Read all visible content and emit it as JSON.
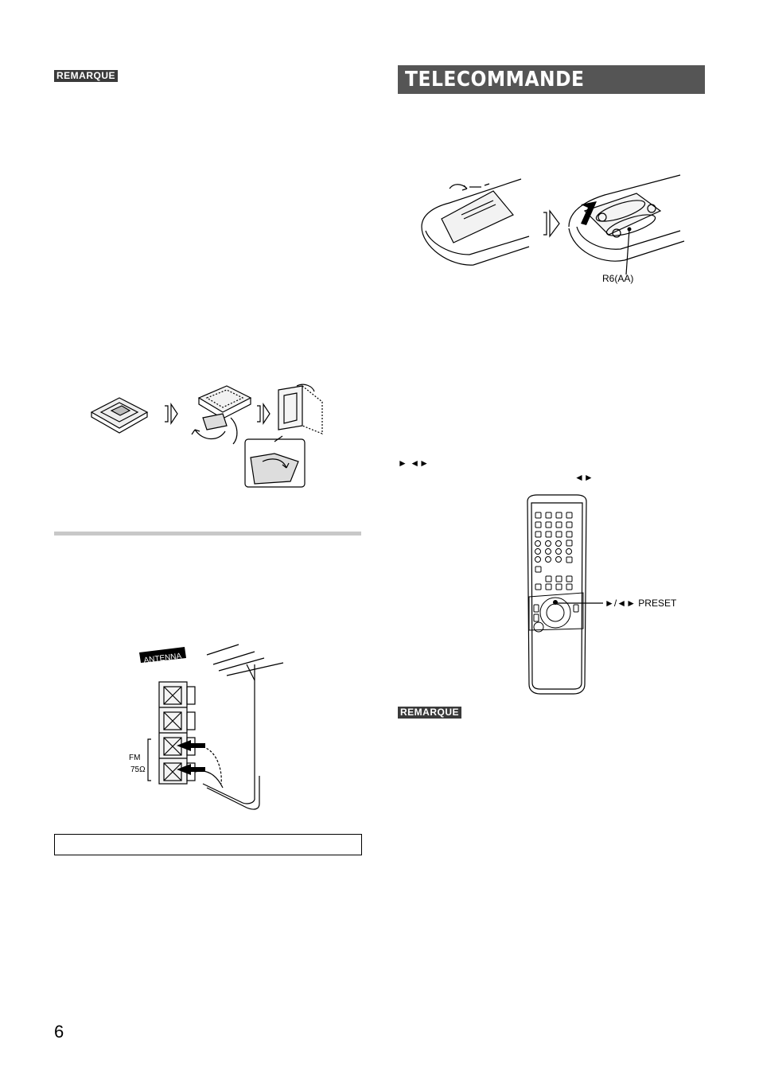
{
  "left_column": {
    "note_badge": "REMARQUE",
    "antenna_panel_label": "ANTENNA",
    "terminal_fm": "FM",
    "terminal_ohms": "75Ω",
    "info_box_text": ""
  },
  "right_column": {
    "section_title": "TELECOMMANDE",
    "battery_label": "R6(AA)",
    "button_symbols_1": "► ◄►",
    "button_symbols_2": "◄►",
    "preset_callout": "►/◄► PRESET",
    "note_badge": "REMARQUE"
  },
  "footer": {
    "page_number": "6"
  }
}
